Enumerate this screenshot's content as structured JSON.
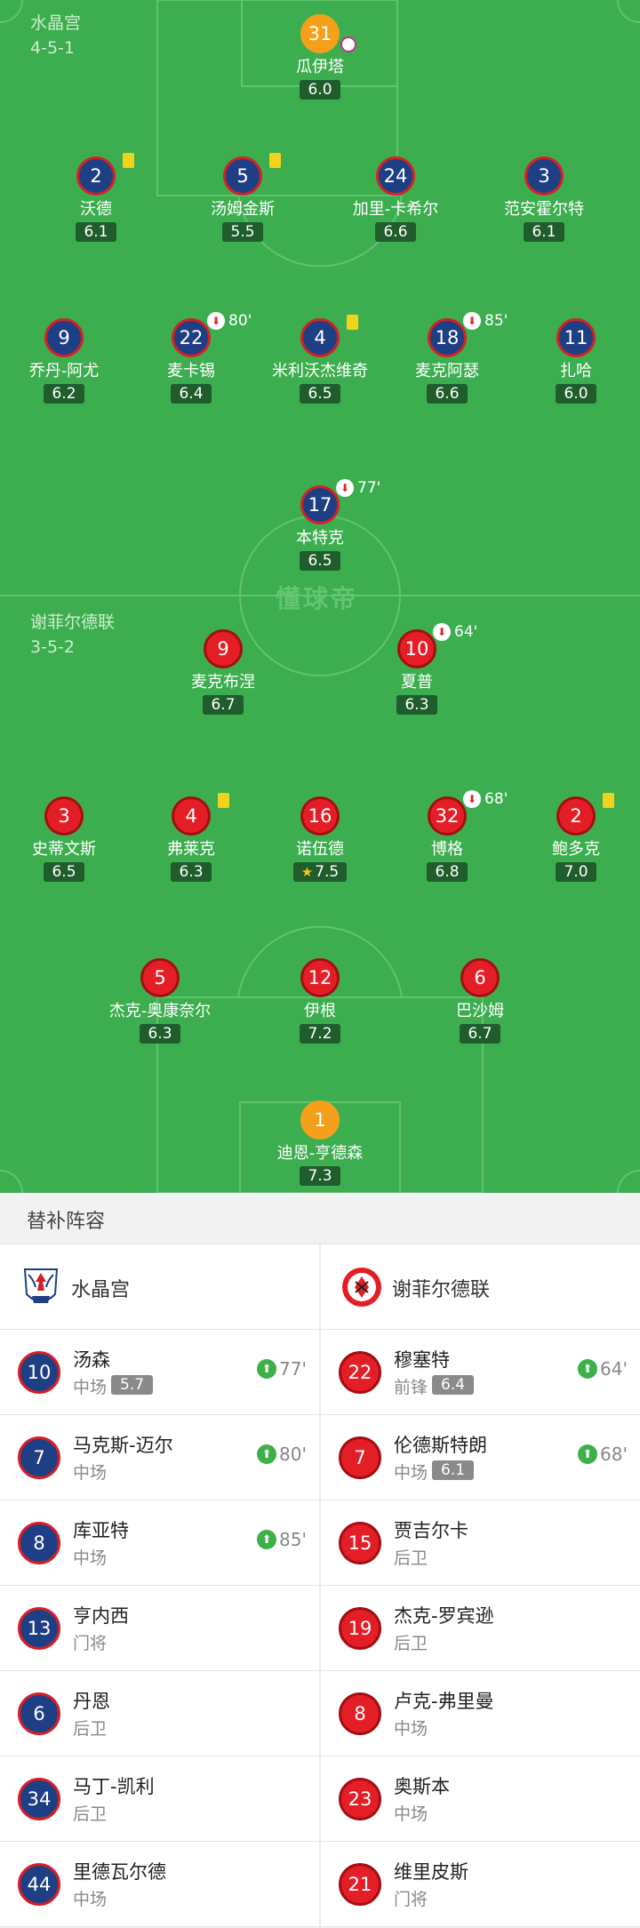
{
  "home": {
    "name": "水晶宫",
    "formation": "4-5-1",
    "color": "#1f3f84",
    "players": [
      {
        "num": "31",
        "name": "瓜伊塔",
        "rating": "6.0",
        "goal": true,
        "keeper_style": true
      },
      {
        "num": "2",
        "name": "沃德",
        "rating": "6.1",
        "yellow": true
      },
      {
        "num": "5",
        "name": "汤姆金斯",
        "rating": "5.5",
        "yellow": true
      },
      {
        "num": "24",
        "name": "加里-卡希尔",
        "rating": "6.6"
      },
      {
        "num": "3",
        "name": "范安霍尔特",
        "rating": "6.1"
      },
      {
        "num": "9",
        "name": "乔丹-阿尤",
        "rating": "6.2"
      },
      {
        "num": "22",
        "name": "麦卡锡",
        "rating": "6.4",
        "sub_out": "80'"
      },
      {
        "num": "4",
        "name": "米利沃杰维奇",
        "rating": "6.5",
        "yellow": true
      },
      {
        "num": "18",
        "name": "麦克阿瑟",
        "rating": "6.6",
        "sub_out": "85'"
      },
      {
        "num": "11",
        "name": "扎哈",
        "rating": "6.0"
      },
      {
        "num": "17",
        "name": "本特克",
        "rating": "6.5",
        "sub_out": "77'"
      }
    ]
  },
  "away": {
    "name": "谢菲尔德联",
    "formation": "3-5-2",
    "color": "#e41e26",
    "players": [
      {
        "num": "9",
        "name": "麦克布涅",
        "rating": "6.7"
      },
      {
        "num": "10",
        "name": "夏普",
        "rating": "6.3",
        "sub_out": "64'"
      },
      {
        "num": "3",
        "name": "史蒂文斯",
        "rating": "6.5"
      },
      {
        "num": "4",
        "name": "弗莱克",
        "rating": "6.3",
        "yellow": true
      },
      {
        "num": "16",
        "name": "诺伍德",
        "rating": "7.5",
        "star": true
      },
      {
        "num": "32",
        "name": "博格",
        "rating": "6.8",
        "sub_out": "68'"
      },
      {
        "num": "2",
        "name": "鲍多克",
        "rating": "7.0",
        "yellow": true
      },
      {
        "num": "5",
        "name": "杰克-奥康奈尔",
        "rating": "6.3"
      },
      {
        "num": "12",
        "name": "伊根",
        "rating": "7.2"
      },
      {
        "num": "6",
        "name": "巴沙姆",
        "rating": "6.7"
      },
      {
        "num": "1",
        "name": "迪恩-亨德森",
        "rating": "7.3",
        "keeper_style": true
      }
    ]
  },
  "watermark": "懂球帝",
  "subs": {
    "title": "替补阵容",
    "home": [
      {
        "num": "10",
        "name": "汤森",
        "pos": "中场",
        "rating": "5.7",
        "sub_in": "77'"
      },
      {
        "num": "7",
        "name": "马克斯-迈尔",
        "pos": "中场",
        "sub_in": "80'"
      },
      {
        "num": "8",
        "name": "库亚特",
        "pos": "中场",
        "sub_in": "85'"
      },
      {
        "num": "13",
        "name": "亨内西",
        "pos": "门将"
      },
      {
        "num": "6",
        "name": "丹恩",
        "pos": "后卫"
      },
      {
        "num": "34",
        "name": "马丁-凯利",
        "pos": "后卫"
      },
      {
        "num": "44",
        "name": "里德瓦尔德",
        "pos": "中场"
      }
    ],
    "away": [
      {
        "num": "22",
        "name": "穆塞特",
        "pos": "前锋",
        "rating": "6.4",
        "sub_in": "64'"
      },
      {
        "num": "7",
        "name": "伦德斯特朗",
        "pos": "中场",
        "rating": "6.1",
        "sub_in": "68'"
      },
      {
        "num": "15",
        "name": "贾吉尔卡",
        "pos": "后卫"
      },
      {
        "num": "19",
        "name": "杰克-罗宾逊",
        "pos": "后卫"
      },
      {
        "num": "8",
        "name": "卢克-弗里曼",
        "pos": "中场"
      },
      {
        "num": "23",
        "name": "奥斯本",
        "pos": "中场"
      },
      {
        "num": "21",
        "name": "维里皮斯",
        "pos": "门将"
      }
    ]
  },
  "icons": {
    "sub_out": "red-down-arrow-icon",
    "sub_in": "green-up-arrow-icon",
    "yellow": "yellow-card-icon",
    "goal": "football-icon",
    "star": "star-icon"
  }
}
